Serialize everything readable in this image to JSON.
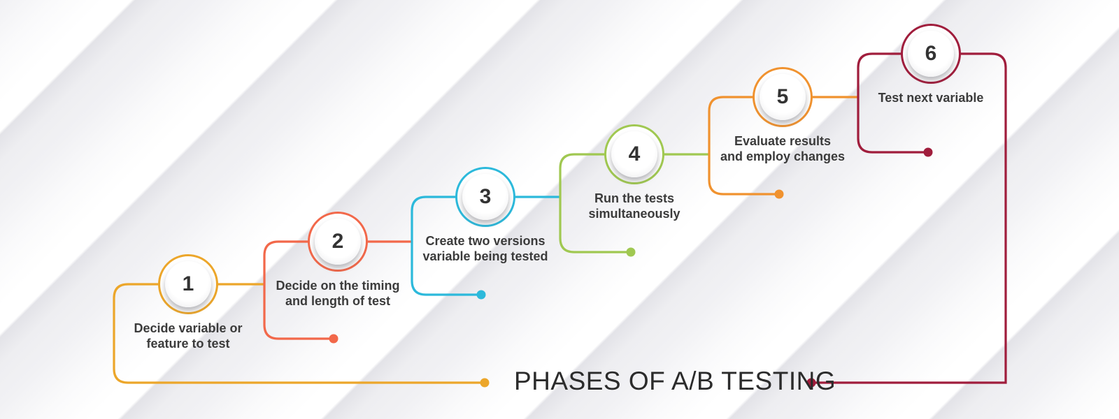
{
  "title": "PHASES OF A/B TESTING",
  "text_color": "#3b3b3b",
  "phases": [
    {
      "number": "1",
      "label": "Decide variable or\nfeature to test",
      "color": "#ECA62A"
    },
    {
      "number": "2",
      "label": "Decide on the timing\nand length of test",
      "color": "#F2684A"
    },
    {
      "number": "3",
      "label": "Create two versions\nvariable being tested",
      "color": "#2CB9DB"
    },
    {
      "number": "4",
      "label": "Run the tests\nsimultaneously",
      "color": "#A0C851"
    },
    {
      "number": "5",
      "label": "Evaluate results\nand employ changes",
      "color": "#F0922F"
    },
    {
      "number": "6",
      "label": "Test next variable",
      "color": "#A01D3C"
    }
  ]
}
